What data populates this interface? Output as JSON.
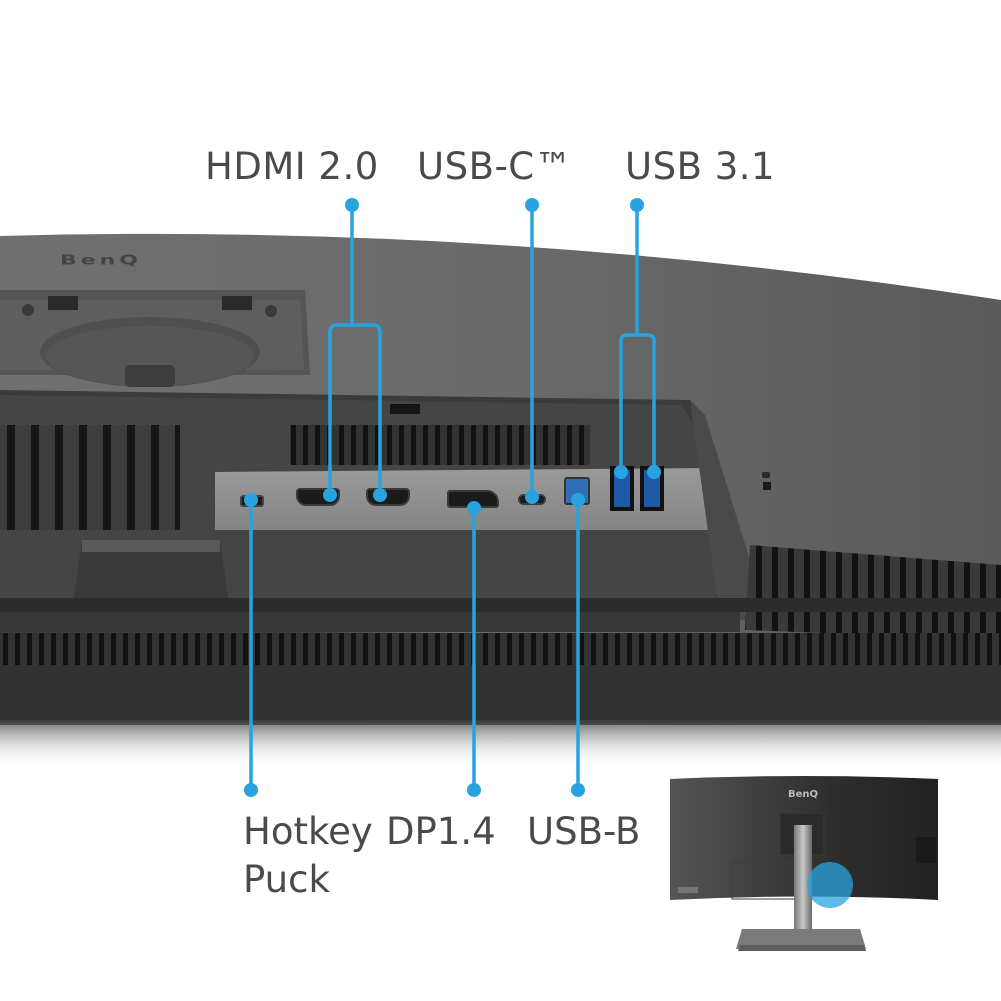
{
  "image": {
    "brand_logo": "BenQ",
    "description_colors": {
      "callout_blue": "#29a3e0",
      "label_text": "#4a4a4a",
      "housing_dark": "#3a3a3a",
      "housing_mid": "#5c5c5c",
      "io_panel": "#8a8a8a",
      "background": "#ffffff"
    }
  },
  "callouts": {
    "top": [
      {
        "id": "hdmi",
        "label": "HDMI 2.0"
      },
      {
        "id": "usbc",
        "label": "USB-C™"
      },
      {
        "id": "usb31",
        "label": "USB 3.1"
      }
    ],
    "bottom": [
      {
        "id": "hotkey",
        "label": "Hotkey\nPuck"
      },
      {
        "id": "dp",
        "label": "DP1.4"
      },
      {
        "id": "usbb",
        "label": "USB-B"
      }
    ]
  },
  "ports": [
    {
      "name": "mini-usb-hotkey-port"
    },
    {
      "name": "hdmi-port-1"
    },
    {
      "name": "hdmi-port-2"
    },
    {
      "name": "displayport"
    },
    {
      "name": "usb-c-port"
    },
    {
      "name": "usb-b-port"
    },
    {
      "name": "usb-a-port-1"
    },
    {
      "name": "usb-a-port-2"
    }
  ],
  "inset": {
    "brand_logo": "BenQ",
    "highlight": "io-location-highlight"
  }
}
